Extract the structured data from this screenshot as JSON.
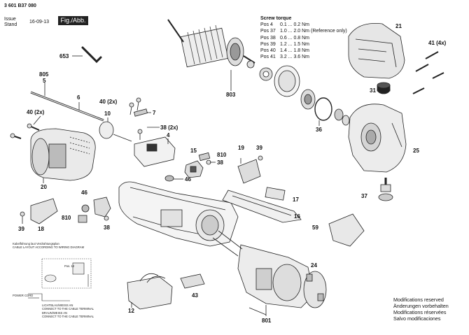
{
  "header": {
    "doc_number": "3 601 B37 080",
    "issue_label": "Issue",
    "stand_label": "Stand",
    "issue_date": "16-09-13",
    "figure_label": "Fig./Abb. 1"
  },
  "screw_torque": {
    "title": "Screw torque",
    "rows": [
      {
        "pos": "Pos 4",
        "range": "0.1 ... 0.2 Nm",
        "note": ""
      },
      {
        "pos": "Pos 37",
        "range": "1.0 ... 2.0 Nm",
        "note": "(Reference only)"
      },
      {
        "pos": "Pos 38",
        "range": "0.6 ... 0.8 Nm",
        "note": ""
      },
      {
        "pos": "Pos 39",
        "range": "1.2 ... 1.5 Nm",
        "note": ""
      },
      {
        "pos": "Pos 40",
        "range": "1.4 ... 1.8 Nm",
        "note": ""
      },
      {
        "pos": "Pos 41",
        "range": "3.2 ... 3.6 Nm",
        "note": ""
      }
    ]
  },
  "part_labels": {
    "p653": "653",
    "p805": "805",
    "p5": "5",
    "p6": "6",
    "p40a": "40 (2x)",
    "p7": "7",
    "p10": "10",
    "p40b": "40 (2x)",
    "p38a": "38 (2x)",
    "p4": "4",
    "p20": "20",
    "p803": "803",
    "p36": "36",
    "p21": "21",
    "p41": "41 (4x)",
    "p31": "31",
    "p25": "25",
    "p19": "19",
    "p39a": "39",
    "p15": "15",
    "p810a": "810",
    "p38b": "38",
    "p46": "46",
    "p17": "17",
    "p16": "16",
    "p37": "37",
    "p59": "59",
    "p810b": "810",
    "p38c": "38",
    "p39b": "39",
    "p18": "18",
    "p24": "24",
    "p12": "12",
    "p43": "43",
    "p801": "801"
  },
  "wiring": {
    "title_de": "Kabelführung laut Verdrahtungsplan",
    "title_en": "CABLE LAYOUT ACCORDING TO WIRING DIAGRAM",
    "power_cord": "POWER CORD",
    "pos12": "Pos. 12",
    "note1_de": "LICHTBLAU/WEISS AN",
    "note1_en": "CONNECT TO THE CABLE TERMINAL",
    "note2_de": "BRAUN/WEISS AN",
    "note2_en": "CONNECT TO THE CABLE TERMINAL"
  },
  "notes": [
    "Modifications reserved",
    "Änderungen vorbehalten",
    "Modifications réservées",
    "Salvo modificaciones"
  ]
}
